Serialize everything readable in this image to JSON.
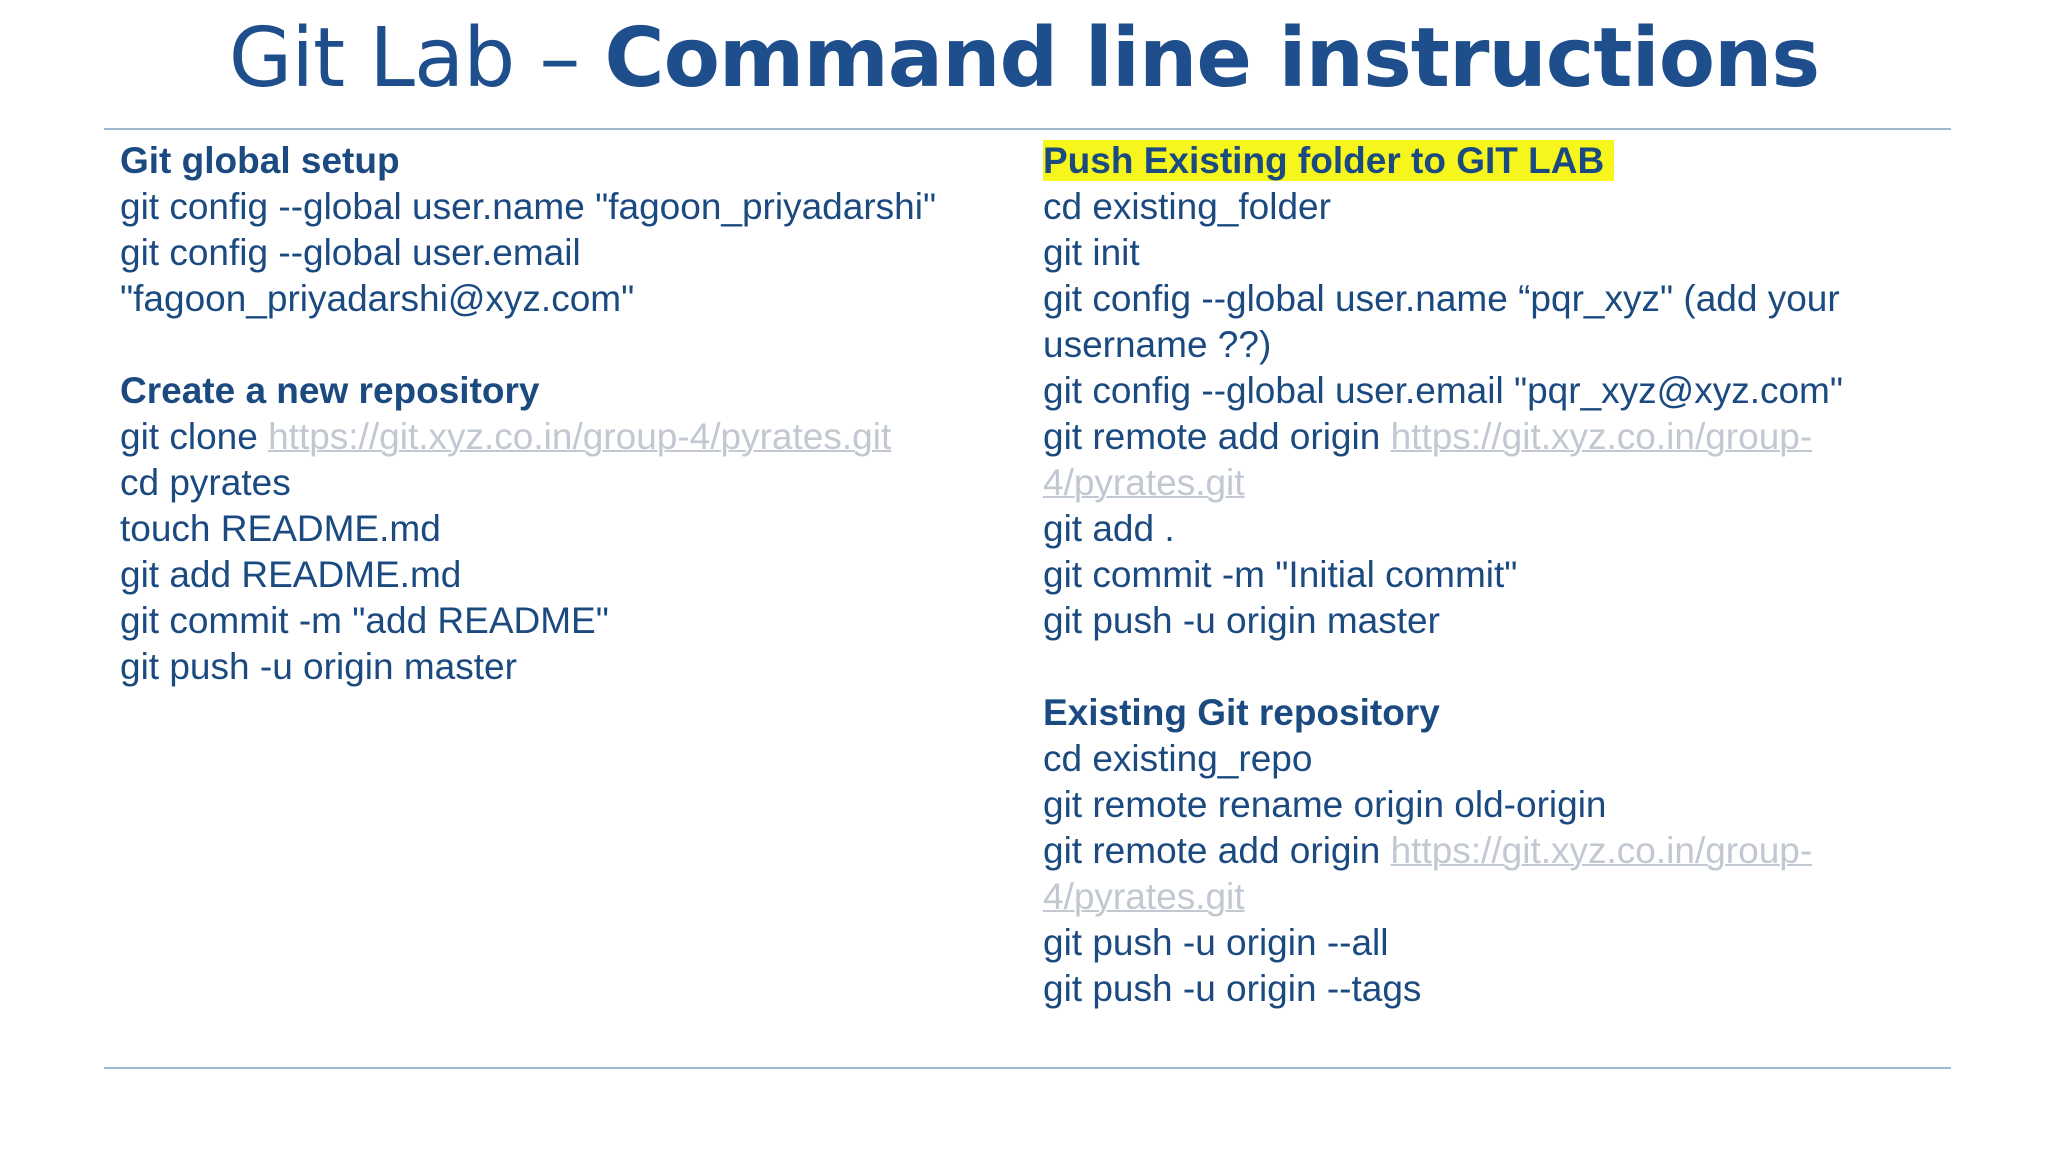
{
  "title": {
    "light": "Git Lab – ",
    "bold": "Command line instructions"
  },
  "left": {
    "global_setup": {
      "heading": "Git global setup",
      "lines": [
        "git config --global user.name \"fagoon_priyadarshi\"",
        "git config --global user.email",
        "\"fagoon_priyadarshi@xyz.com\""
      ]
    },
    "new_repo": {
      "heading": "Create a new repository",
      "clone_prefix": "git clone ",
      "clone_link": "https://git.xyz.co.in/group-4/pyrates.git",
      "lines": [
        "cd pyrates",
        "touch README.md",
        "git add README.md",
        "git commit -m \"add README\"",
        "git push -u origin master"
      ]
    }
  },
  "right": {
    "push_existing": {
      "heading": "Push Existing folder to GIT LAB",
      "lines_before": [
        "cd existing_folder",
        "git init",
        "git config --global user.name “pqr_xyz\" (add your",
        "username ??)",
        "git config --global user.email \"pqr_xyz@xyz.com\""
      ],
      "remote_prefix": "git remote add origin ",
      "remote_link_1": "https://git.xyz.co.in/group-",
      "remote_link_2": "4/pyrates.git",
      "lines_after": [
        "git add .",
        "git commit -m \"Initial commit\"",
        "git push -u origin master"
      ]
    },
    "existing_repo": {
      "heading": "Existing Git repository",
      "lines_before": [
        "cd existing_repo",
        "git remote rename origin old-origin"
      ],
      "remote_prefix": "git remote add origin ",
      "remote_link_1": "https://git.xyz.co.in/group-",
      "remote_link_2": "4/pyrates.git",
      "lines_after": [
        "git push -u origin --all",
        "git push -u origin --tags"
      ]
    }
  },
  "colors": {
    "text": "#1b4a80",
    "title": "#1f4e8c",
    "highlight": "#f6f51c",
    "link": "#c2c8d1",
    "rule": "#9fb8d2"
  }
}
